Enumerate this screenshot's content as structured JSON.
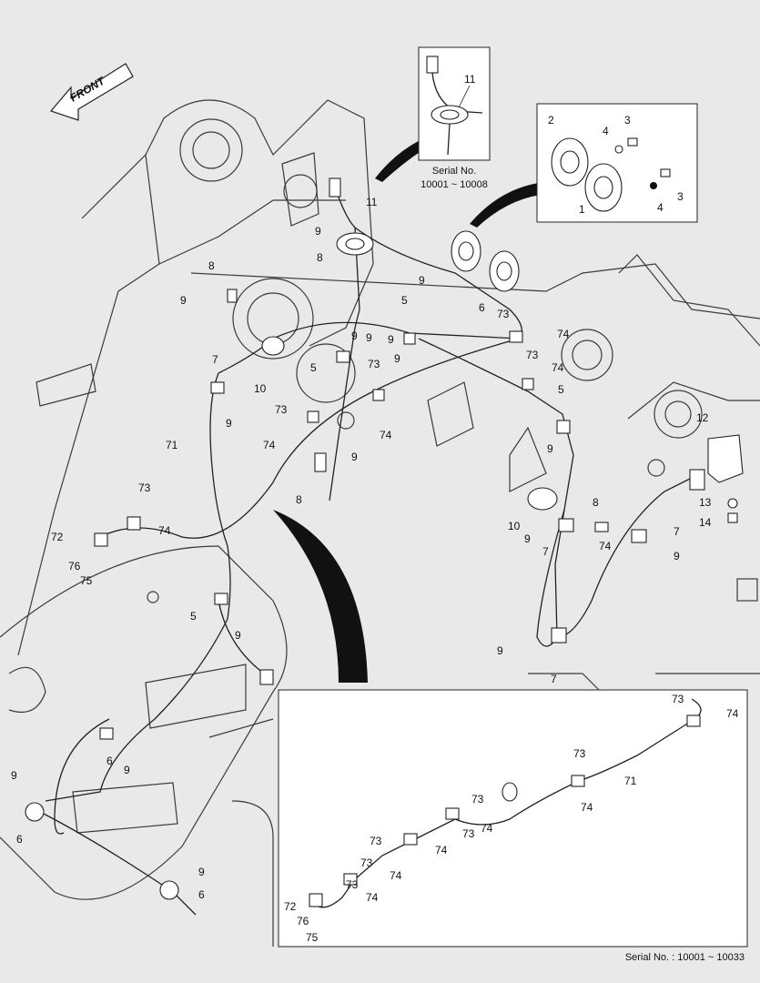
{
  "labels": {
    "front": "FRONT",
    "serial_inset_title": "Serial No.",
    "serial_inset_range": "10001 ~ 10008",
    "serial_footer": "Serial No. : 10001 ~ 10033"
  },
  "callouts": {
    "main": [
      "9",
      "8",
      "9",
      "8",
      "9",
      "11",
      "9",
      "6",
      "5",
      "73",
      "10",
      "7",
      "9",
      "5",
      "9",
      "73",
      "9",
      "71",
      "73",
      "9",
      "74",
      "74",
      "74",
      "73",
      "74",
      "5",
      "9",
      "9",
      "8",
      "73",
      "74",
      "72",
      "76",
      "75",
      "5",
      "9",
      "6",
      "9",
      "9",
      "6",
      "9",
      "6",
      "12",
      "13",
      "14",
      "8",
      "10",
      "9",
      "7",
      "7",
      "9",
      "9",
      "7",
      "73",
      "74",
      "74"
    ],
    "inset_horn": [
      "2",
      "4",
      "3",
      "1",
      "4",
      "3"
    ],
    "inset_serial": [
      "11"
    ],
    "inset_bottom": [
      "73",
      "74",
      "73",
      "71",
      "74",
      "73",
      "74",
      "73",
      "73",
      "74",
      "73",
      "74",
      "73",
      "72",
      "74",
      "76",
      "75"
    ]
  },
  "colors": {
    "background": "#e9e9e9",
    "ink": "#222222",
    "panel": "#ffffff"
  }
}
